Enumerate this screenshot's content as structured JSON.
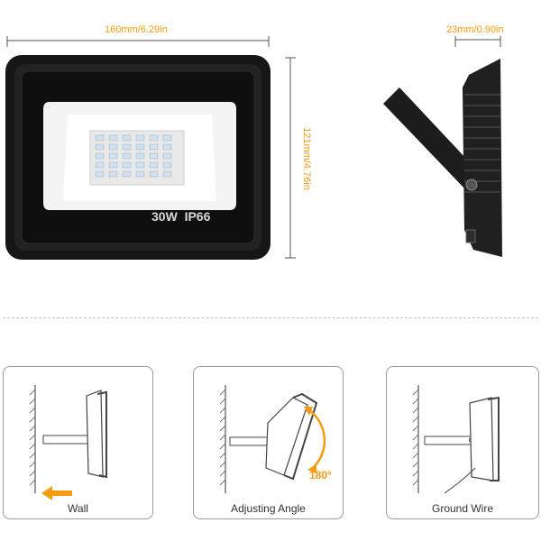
{
  "dimensions": {
    "width_label": "160mm/6.29in",
    "height_label": "121mm/4.76in",
    "depth_label": "23mm/0.90in"
  },
  "product": {
    "rating_label": "30W  IP66"
  },
  "colors": {
    "accent": "#f39c12",
    "housing": "#1a1a1a",
    "panel_border": "#9a9a9a"
  },
  "panels": [
    {
      "caption": "Wall"
    },
    {
      "caption": "Adjusting Angle",
      "angle_label": "180°"
    },
    {
      "caption": "Ground Wire"
    }
  ]
}
